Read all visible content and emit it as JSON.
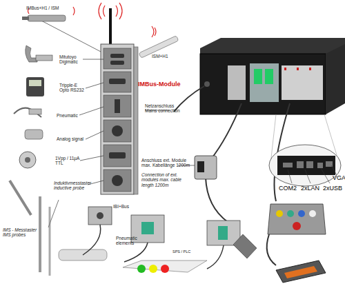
{
  "diagram": {
    "labels": [
      "IMBus+H1 / ISM",
      "ISM+H1",
      "Mitutoyo Digimatic",
      "Tripple-E Opto RS232",
      "Pneumatic",
      "Analog signal",
      "1Vpp / 11µA TTL",
      "Induktivmesstaster inductive probe",
      "IMBus-Module",
      "Netzanschluss Mains connection",
      "Anschluss ext. Module max. Kabellänge 1200m",
      "Connection of ext. modules max. cable length 1200m",
      "COM2",
      "2xLAN",
      "2xUSB",
      "VGA",
      "IMS - Messtaster IMS probes",
      "IBI+Bus",
      "Pneumatic elements",
      "SPS / PLC"
    ]
  }
}
